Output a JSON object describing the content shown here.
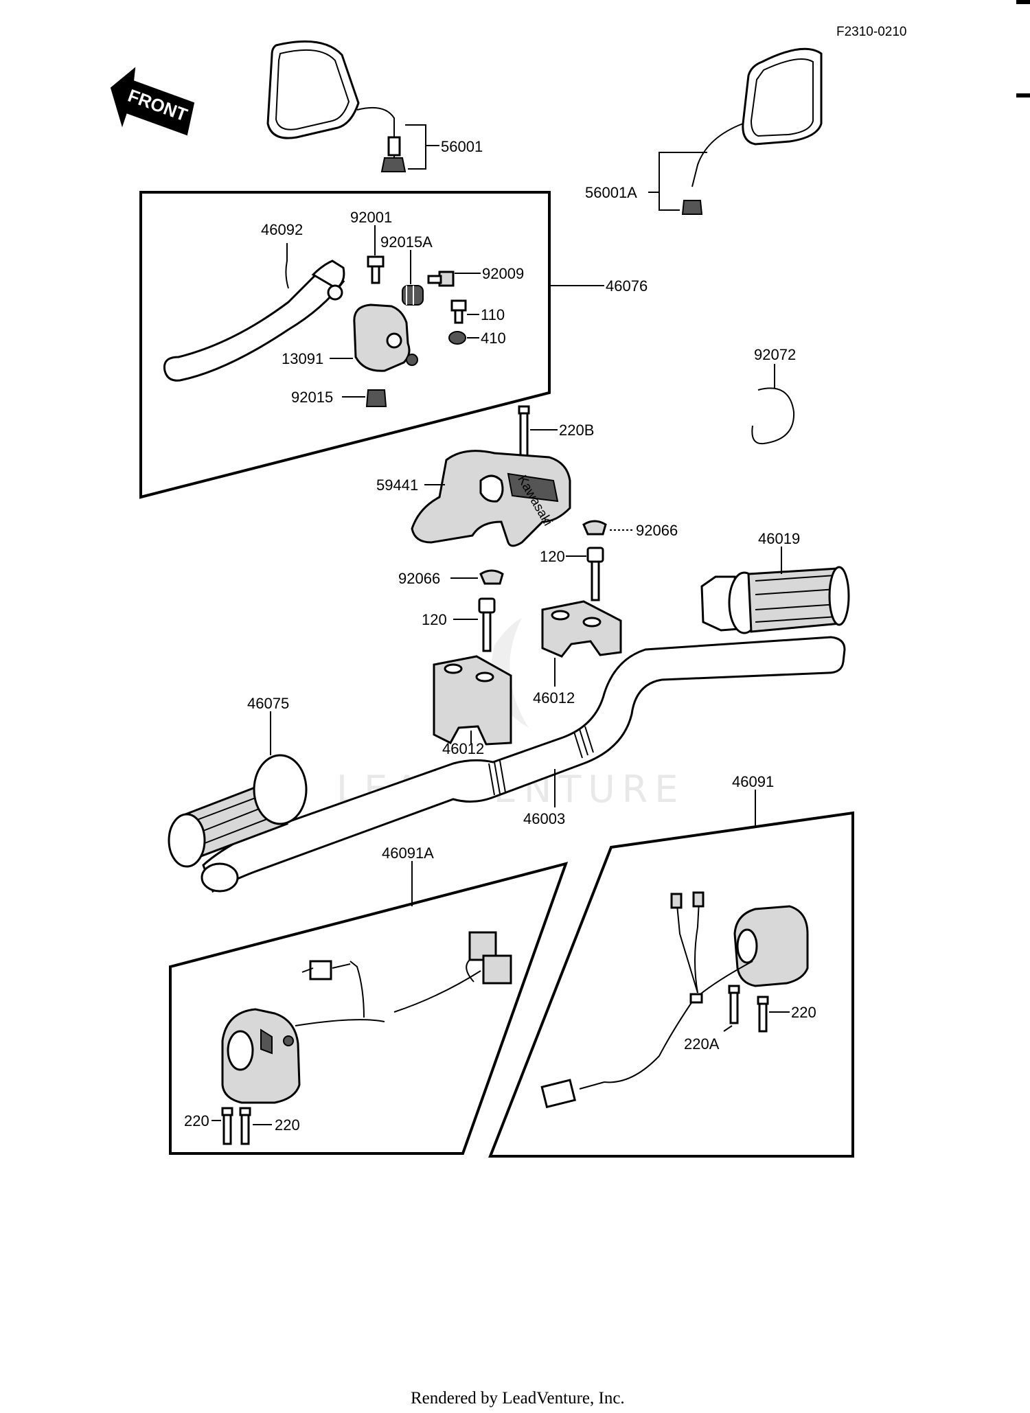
{
  "header": {
    "code": "F2310-0210"
  },
  "front_arrow": {
    "label": "FRONT"
  },
  "watermark": {
    "text": "LEADVENTURE"
  },
  "parts": {
    "p56001": "56001",
    "p56001A": "56001A",
    "p46092": "46092",
    "p92001": "92001",
    "p92015A": "92015A",
    "p92009": "92009",
    "p46076": "46076",
    "p110": "110",
    "p410": "410",
    "p13091": "13091",
    "p92015": "92015",
    "p92072": "92072",
    "p220B": "220B",
    "p59441": "59441",
    "p92066a": "92066",
    "p92066b": "92066",
    "p120a": "120",
    "p120b": "120",
    "p46019": "46019",
    "p46012a": "46012",
    "p46012b": "46012",
    "p46075": "46075",
    "p46003": "46003",
    "p46091": "46091",
    "p46091A": "46091A",
    "p220a": "220",
    "p220b": "220",
    "p220c": "220",
    "p220A": "220A"
  },
  "brand_text": "Kawasaki",
  "footer": {
    "text": "Rendered by LeadVenture, Inc."
  }
}
